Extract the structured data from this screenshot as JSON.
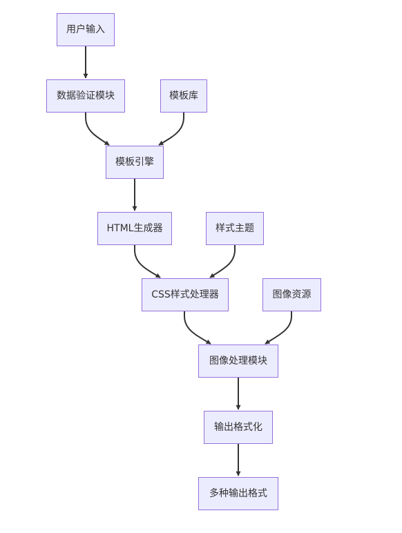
{
  "diagram": {
    "nodes": {
      "user_input": "用户输入",
      "data_validation": "数据验证模块",
      "template_library": "模板库",
      "template_engine": "模板引擎",
      "html_generator": "HTML生成器",
      "style_theme": "样式主题",
      "css_processor": "CSS样式处理器",
      "image_resources": "图像资源",
      "image_processing": "图像处理模块",
      "output_formatting": "输出格式化",
      "multi_format_output": "多种输出格式"
    },
    "edges": [
      {
        "from": "user_input",
        "to": "data_validation"
      },
      {
        "from": "data_validation",
        "to": "template_engine"
      },
      {
        "from": "template_library",
        "to": "template_engine"
      },
      {
        "from": "template_engine",
        "to": "html_generator"
      },
      {
        "from": "html_generator",
        "to": "css_processor"
      },
      {
        "from": "style_theme",
        "to": "css_processor"
      },
      {
        "from": "css_processor",
        "to": "image_processing"
      },
      {
        "from": "image_resources",
        "to": "image_processing"
      },
      {
        "from": "image_processing",
        "to": "output_formatting"
      },
      {
        "from": "output_formatting",
        "to": "multi_format_output"
      }
    ],
    "colors": {
      "node_fill": "#ECECFF",
      "node_border": "#9370DB",
      "edge": "#333333",
      "text": "#333333"
    }
  }
}
